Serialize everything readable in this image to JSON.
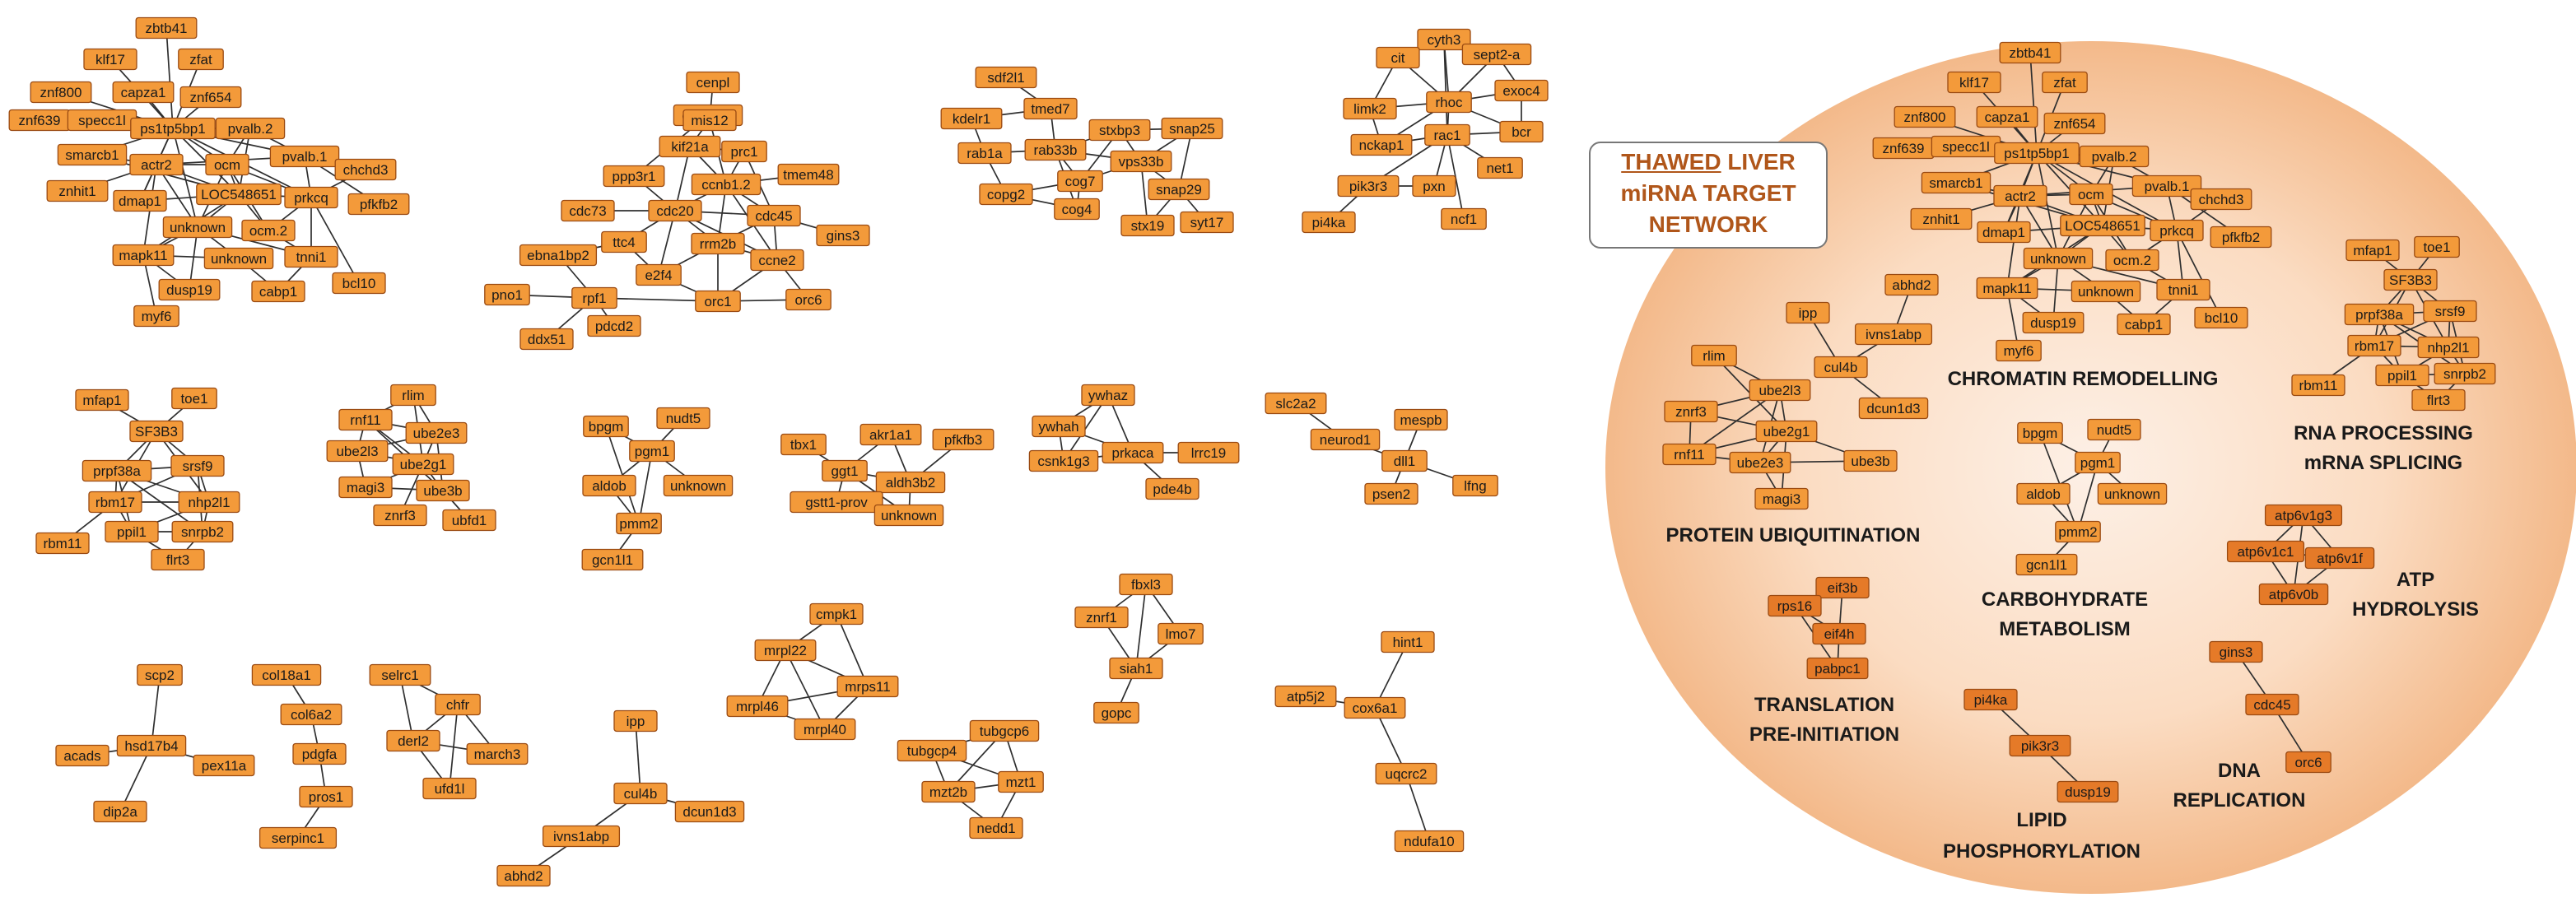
{
  "title": {
    "underlined": "THAWED",
    "rest_line1": " LIVER",
    "line2": "miRNA TARGET",
    "line3": "NETWORK"
  },
  "colors": {
    "node": "#f39a3a",
    "node_dark": "#e57a28",
    "node_border": "#9a4a12",
    "edge": "#2f2f2f",
    "title_text": "#b0561a",
    "circle_center": "#fdf0e6",
    "circle_edge": "#f3c08f"
  },
  "category_labels": [
    "CHROMATIN REMODELLING",
    "RNA PROCESSING",
    "mRNA SPLICING",
    "PROTEIN UBIQUITINATION",
    "CARBOHYDRATE",
    "METABOLISM",
    "ATP",
    "HYDROLYSIS",
    "TRANSLATION",
    "PRE-INITIATION",
    "DNA",
    "REPLICATION",
    "LIPID",
    "PHOSPHORYLATION"
  ],
  "node_labels": {
    "chromatin": [
      "zbtb41",
      "klf17",
      "zfat",
      "znf800",
      "capza1",
      "znf654",
      "znf639",
      "specc1l",
      "ps1tp5bp1",
      "pvalb.2",
      "smarcb1",
      "actr2",
      "ocm",
      "pvalb.1",
      "chchd3",
      "znhit1",
      "dmap1",
      "LOC548651",
      "prkcq",
      "pfkfb2",
      "unknown",
      "ocm.2",
      "mapk11",
      "unknown",
      "tnni1",
      "dusp19",
      "cabp1",
      "bcl10",
      "myf6"
    ],
    "cell_cycle": [
      "cenpl",
      "csnk2a2",
      "mis12",
      "kif21a",
      "prc1",
      "ppp3r1",
      "ccnb1.2",
      "tmem48",
      "cdc73",
      "cdc20",
      "cdc45",
      "ttc4",
      "rrm2b",
      "gins3",
      "ebna1bp2",
      "e2f4",
      "ccne2",
      "pno1",
      "rpf1",
      "orc1",
      "orc6",
      "ddx51",
      "pdcd2"
    ],
    "vesicle": [
      "sdf2l1",
      "tmed7",
      "kdelr1",
      "stxbp3",
      "snap25",
      "rab1a",
      "rab33b",
      "vps33b",
      "cog7",
      "snap29",
      "copg2",
      "cog4",
      "stx19",
      "syt17"
    ],
    "rho": [
      "cyth3",
      "cit",
      "sept2-a",
      "rhoc",
      "exoc4",
      "limk2",
      "bcr",
      "nckap1",
      "rac1",
      "net1",
      "pik3r3",
      "pxn",
      "pi4ka",
      "ncf1"
    ],
    "splicing": [
      "mfap1",
      "toe1",
      "SF3B3",
      "prpf38a",
      "srsf9",
      "rbm17",
      "nhp2l1",
      "ppil1",
      "snrpb2",
      "rbm11",
      "flrt3"
    ],
    "ubiquitin": [
      "rlim",
      "rnf11",
      "ube2e3",
      "ube2l3",
      "ube2g1",
      "magi3",
      "ube3b",
      "znrf3",
      "ubfd1"
    ],
    "carb": [
      "bpgm",
      "nudt5",
      "pgm1",
      "aldob",
      "unknown",
      "pmm2",
      "gcn1l1"
    ],
    "ggt": [
      "tbx1",
      "akr1a1",
      "pfkfb3",
      "ggt1",
      "aldh3b2",
      "gstt1-prov",
      "unknown"
    ],
    "ywhaz": [
      "ywhaz",
      "ywhah",
      "prkaca",
      "lrrc19",
      "csnk1g3",
      "pde4b"
    ],
    "notch": [
      "slc2a2",
      "mespb",
      "neurod1",
      "dll1",
      "psen2",
      "lfng"
    ],
    "fatty": [
      "scp2",
      "acads",
      "hsd17b4",
      "pex11a",
      "dip2a"
    ],
    "collagen": [
      "col18a1",
      "col6a2",
      "pdgfa",
      "pros1",
      "serpinc1"
    ],
    "ubl": [
      "selrc1",
      "chfr",
      "derl2",
      "march3",
      "ufd1l"
    ],
    "cul4b": [
      "ipp",
      "cul4b",
      "ivns1abp",
      "dcun1d3",
      "abhd2"
    ],
    "mito": [
      "cmpk1",
      "mrpl22",
      "mrps11",
      "mrpl46",
      "mrpl40"
    ],
    "tubulin": [
      "tubgcp4",
      "tubgcp6",
      "mzt2b",
      "mzt1",
      "nedd1"
    ],
    "fbxl3": [
      "fbxl3",
      "znrf1",
      "lmo7",
      "siah1",
      "gopc"
    ],
    "cox": [
      "hint1",
      "atp5j2",
      "cox6a1",
      "uqcrc2",
      "ndufa10"
    ],
    "circle_chromatin": [
      "zbtb41",
      "klf17",
      "zfat",
      "znf800",
      "capza1",
      "znf654",
      "znf639",
      "specc1l",
      "ps1tp5bp1",
      "pvalb.2",
      "smarcb1",
      "actr2",
      "ocm",
      "pvalb.1",
      "chchd3",
      "znhit1",
      "dmap1",
      "LOC548651",
      "prkcq",
      "pfkfb2",
      "unknown",
      "ocm.2",
      "mapk11",
      "unknown",
      "tnni1",
      "dusp19",
      "cabp1",
      "bcl10",
      "myf6"
    ],
    "circle_splicing": [
      "mfap1",
      "toe1",
      "SF3B3",
      "prpf38a",
      "srsf9",
      "rbm17",
      "nhp2l1",
      "rbm11",
      "ppil1",
      "snrpb2",
      "flrt3"
    ],
    "circle_cul4b": [
      "ipp",
      "abhd2",
      "ivns1abp",
      "cul4b",
      "dcun1d3"
    ],
    "circle_ubiquitin": [
      "rlim",
      "ube2l3",
      "znrf3",
      "ube2g1",
      "rnf11",
      "ube2e3",
      "ube3b",
      "magi3"
    ],
    "circle_carb": [
      "bpgm",
      "nudt5",
      "pgm1",
      "aldob",
      "unknown",
      "pmm2",
      "gcn1l1"
    ],
    "circle_atp": [
      "atp6v1g3",
      "atp6v1c1",
      "atp6v1f",
      "atp6v0b"
    ],
    "circle_translation": [
      "eif3b",
      "rps16",
      "eif4h",
      "pabpc1"
    ],
    "circle_dna": [
      "gins3",
      "cdc45",
      "orc6"
    ],
    "circle_lipid": [
      "pi4ka",
      "pik3r3",
      "dusp19"
    ]
  }
}
